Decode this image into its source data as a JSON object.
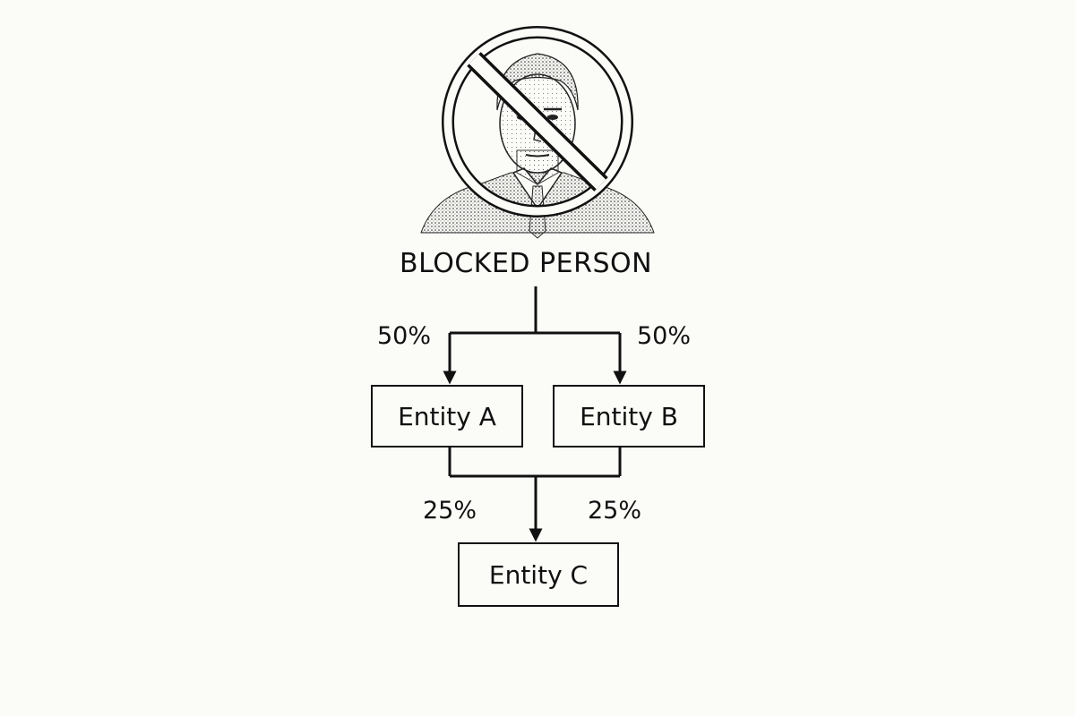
{
  "diagram": {
    "title": "BLOCKED PERSON",
    "icon": "prohibited-person-portrait",
    "nodes": [
      {
        "id": "entity_a",
        "label": "Entity A"
      },
      {
        "id": "entity_b",
        "label": "Entity B"
      },
      {
        "id": "entity_c",
        "label": "Entity C"
      }
    ],
    "edges": [
      {
        "from": "blocked_person",
        "to": "entity_a",
        "label": "50%"
      },
      {
        "from": "blocked_person",
        "to": "entity_b",
        "label": "50%"
      },
      {
        "from": "entity_a",
        "to": "entity_c",
        "label": "25%"
      },
      {
        "from": "entity_b",
        "to": "entity_c",
        "label": "25%"
      }
    ],
    "colors": {
      "background": "#fbfbf8",
      "ink": "#111111"
    }
  }
}
